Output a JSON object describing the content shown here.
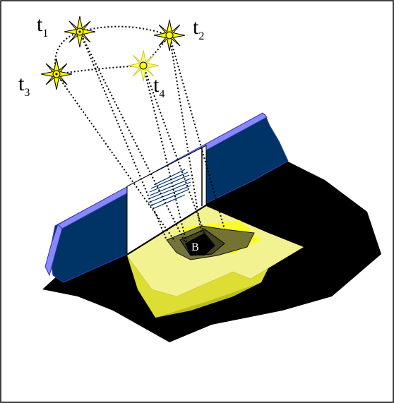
{
  "labels": {
    "t1": {
      "base": "t",
      "sub": "1"
    },
    "t2": {
      "base": "t",
      "sub": "2"
    },
    "t3": {
      "base": "t",
      "sub": "3"
    },
    "t4": {
      "base": "t",
      "sub": "4"
    },
    "b": "B"
  },
  "colors": {
    "wall": "#003366",
    "wall_top": "#6666ff",
    "ground": "#000000",
    "light": "#ffff99",
    "light_bright": "#ffff00",
    "sun_ray": "#000000",
    "sun_core": "#ffff00",
    "shadow": "#666633"
  },
  "icons": {
    "sun": "sun-icon"
  }
}
